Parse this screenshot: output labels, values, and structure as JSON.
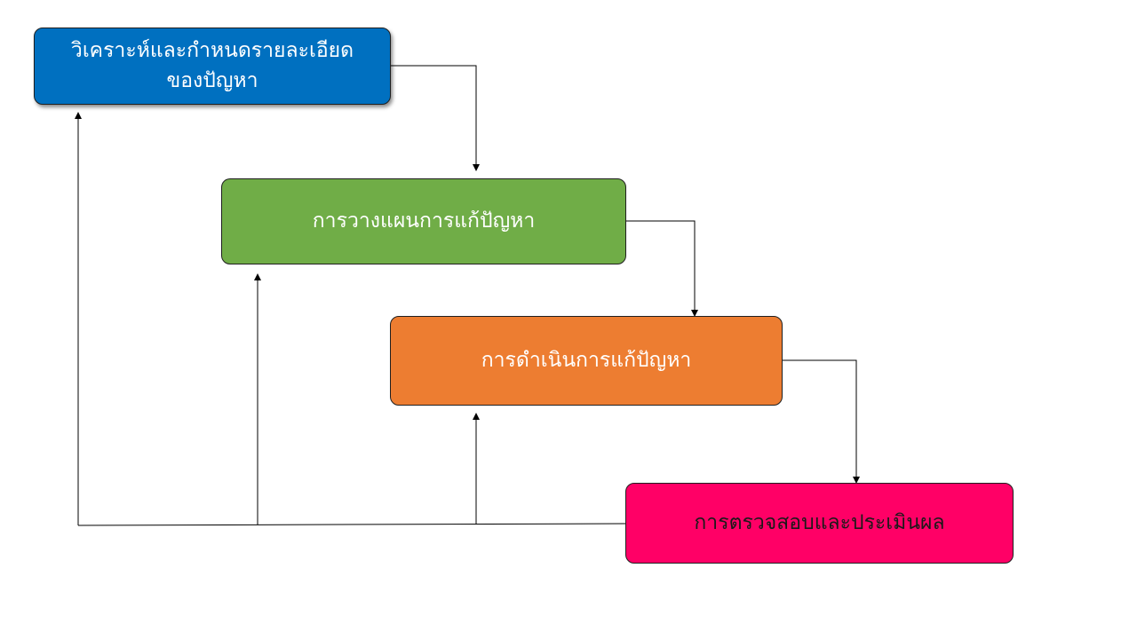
{
  "diagram": {
    "nodes": [
      {
        "id": "step-1",
        "label": "วิเคราะห์และกำหนดรายละเอียด\nของปัญหา",
        "fill": "#0070C0",
        "text_color": "#FFFFFF"
      },
      {
        "id": "step-2",
        "label": "การวางแผนการแก้ปัญหา",
        "fill": "#70AD47",
        "text_color": "#FFFFFF"
      },
      {
        "id": "step-3",
        "label": "การดำเนินการแก้ปัญหา",
        "fill": "#ED7D31",
        "text_color": "#FFFFFF"
      },
      {
        "id": "step-4",
        "label": "การตรวจสอบและประเมินผล",
        "fill": "#FF0066",
        "text_color": "#1A1A1A"
      }
    ],
    "edges": [
      {
        "from": "step-1",
        "to": "step-2"
      },
      {
        "from": "step-2",
        "to": "step-3"
      },
      {
        "from": "step-3",
        "to": "step-4"
      },
      {
        "from": "step-4",
        "to": "step-1"
      },
      {
        "from": "step-4",
        "to": "step-2"
      },
      {
        "from": "step-4",
        "to": "step-3"
      }
    ],
    "connector_color": "#000000"
  }
}
